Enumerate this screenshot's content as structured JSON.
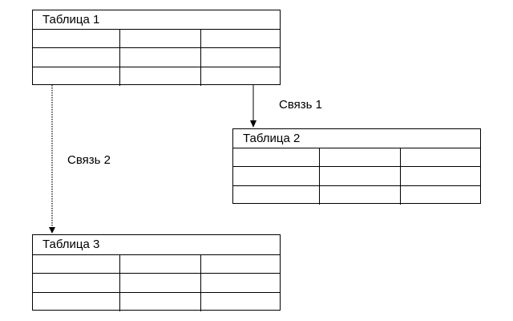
{
  "tables": [
    {
      "title": "Таблица 1",
      "rows": 3,
      "cols": 3
    },
    {
      "title": "Таблица 2",
      "rows": 3,
      "cols": 3
    },
    {
      "title": "Таблица 3",
      "rows": 3,
      "cols": 3
    }
  ],
  "links": [
    {
      "label": "Связь 1",
      "from": "Таблица 1",
      "to": "Таблица 2",
      "style": "solid"
    },
    {
      "label": "Связь 2",
      "from": "Таблица 1",
      "to": "Таблица 3",
      "style": "dotted"
    }
  ]
}
